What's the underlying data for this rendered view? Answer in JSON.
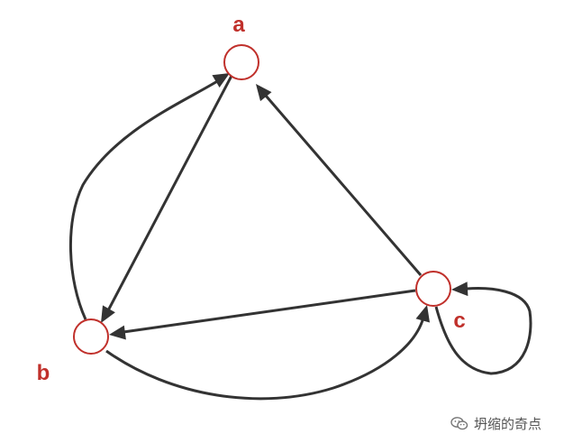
{
  "diagram": {
    "type": "directed-graph",
    "nodes": [
      {
        "id": "a",
        "label": "a",
        "color": "#c0302b"
      },
      {
        "id": "b",
        "label": "b",
        "color": "#c0302b"
      },
      {
        "id": "c",
        "label": "c",
        "color": "#c0302b"
      }
    ],
    "edges": [
      {
        "from": "a",
        "to": "b"
      },
      {
        "from": "b",
        "to": "a"
      },
      {
        "from": "c",
        "to": "a"
      },
      {
        "from": "c",
        "to": "b"
      },
      {
        "from": "b",
        "to": "c"
      },
      {
        "from": "c",
        "to": "c"
      }
    ],
    "edge_color": "#333333"
  },
  "watermark": {
    "icon": "wechat-icon",
    "text": "坍缩的奇点"
  }
}
